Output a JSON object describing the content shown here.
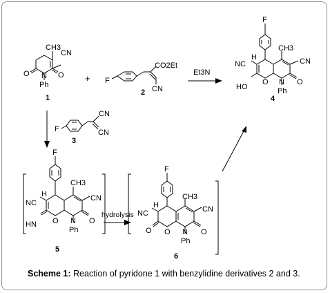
{
  "caption": {
    "label": "Scheme 1:",
    "text": "Reaction of pyridone 1 with benzylidine derivatives 2 and 3."
  },
  "compounds": {
    "c1": {
      "number": "1",
      "ch3": "CH3",
      "cn": "CN",
      "o1": "O",
      "o2": "O",
      "n": "N",
      "ph": "Ph"
    },
    "c2": {
      "number": "2",
      "f": "F",
      "co2et": "CO2Et",
      "cn": "CN"
    },
    "c3": {
      "number": "3",
      "f": "F",
      "cn1": "CN",
      "cn2": "CN"
    },
    "c4": {
      "number": "4",
      "f": "F",
      "nc": "NC",
      "h": "H",
      "ch3": "CH3",
      "cn": "CN",
      "ho": "HO",
      "o": "O",
      "n": "N",
      "o2": "O",
      "ph": "Ph"
    },
    "c5": {
      "number": "5",
      "f": "F",
      "nc": "NC",
      "h": "H",
      "ch3": "CH3",
      "cn": "CN",
      "hn": "HN",
      "o": "O",
      "n": "N",
      "o2": "O",
      "ph": "Ph"
    },
    "c6": {
      "number": "6",
      "f": "F",
      "nc": "NC",
      "h": "H",
      "ch3": "CH3",
      "cn": "CN",
      "o1": "O",
      "o": "O",
      "n": "N",
      "o2": "O",
      "ph": "Ph"
    }
  },
  "reagents": {
    "plus": "+",
    "et3n": "Et3N",
    "hydrolysis": "hydrolysis"
  }
}
